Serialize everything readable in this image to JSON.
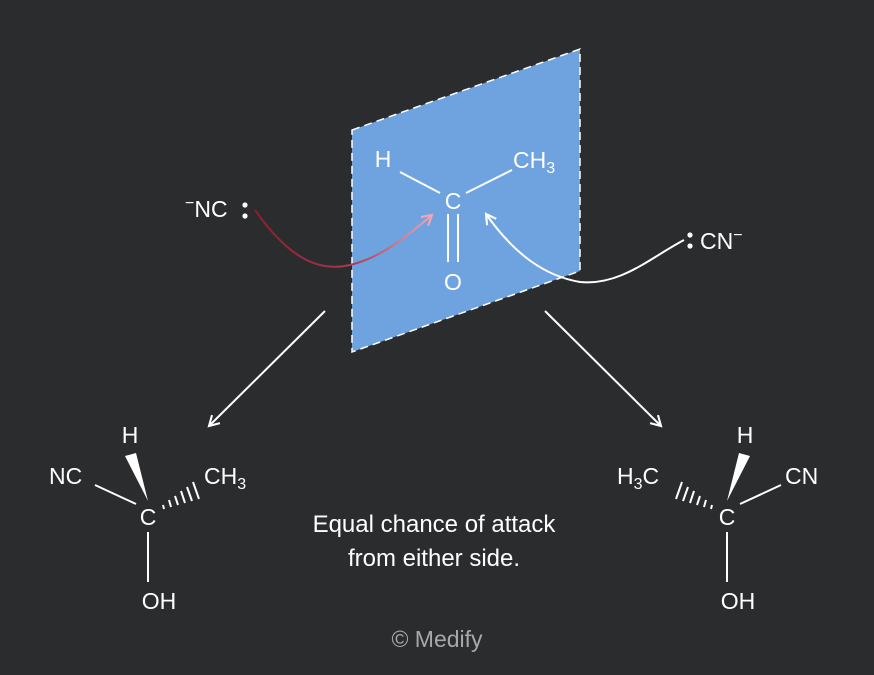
{
  "center": {
    "atoms": {
      "h": "H",
      "ch3_base": "CH",
      "ch3_sub": "3",
      "c": "C",
      "o": "O"
    },
    "plane_color": "#6fa3e0"
  },
  "left_nucleophile": {
    "sup": "−",
    "text": "NC",
    "lone_pair": ":",
    "arrow_color": "#8e1b33"
  },
  "right_nucleophile": {
    "text": "CN",
    "sup": "−",
    "lone_pair": ":",
    "arrow_color": "#ffffff"
  },
  "left_product": {
    "h": "H",
    "nc": "NC",
    "ch3_base": "CH",
    "ch3_sub": "3",
    "c": "C",
    "oh": "OH"
  },
  "right_product": {
    "h": "H",
    "h3c_h": "H",
    "h3c_sub": "3",
    "h3c_c": "C",
    "cn": "CN",
    "c": "C",
    "oh": "OH"
  },
  "caption": {
    "line1": "Equal chance of attack",
    "line2": "from either side."
  },
  "credit": "© Medify"
}
